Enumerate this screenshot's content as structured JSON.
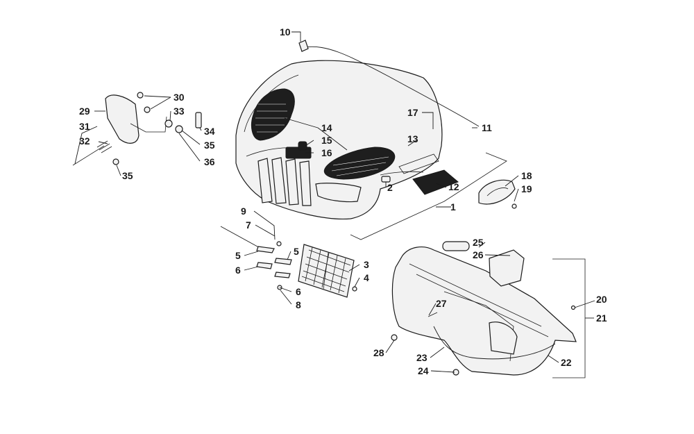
{
  "callouts": {
    "c1": "1",
    "c2": "2",
    "c3": "3",
    "c4": "4",
    "c5a": "5",
    "c5b": "5",
    "c6a": "6",
    "c6b": "6",
    "c7": "7",
    "c8": "8",
    "c9": "9",
    "c10": "10",
    "c11": "11",
    "c12": "12",
    "c13": "13",
    "c14": "14",
    "c15": "15",
    "c16": "16",
    "c17": "17",
    "c18": "18",
    "c19": "19",
    "c20": "20",
    "c21": "21",
    "c22": "22",
    "c23": "23",
    "c24": "24",
    "c25": "25",
    "c26": "26",
    "c27": "27",
    "c28": "28",
    "c29": "29",
    "c30": "30",
    "c31": "31",
    "c32": "32",
    "c33": "33",
    "c34": "34",
    "c35a": "35",
    "c35b": "35",
    "c36": "36"
  },
  "colors": {
    "line": "#1a1a1a",
    "fill": "#f2f2f2",
    "decal": "#1e1e1e",
    "background": "#ffffff"
  }
}
